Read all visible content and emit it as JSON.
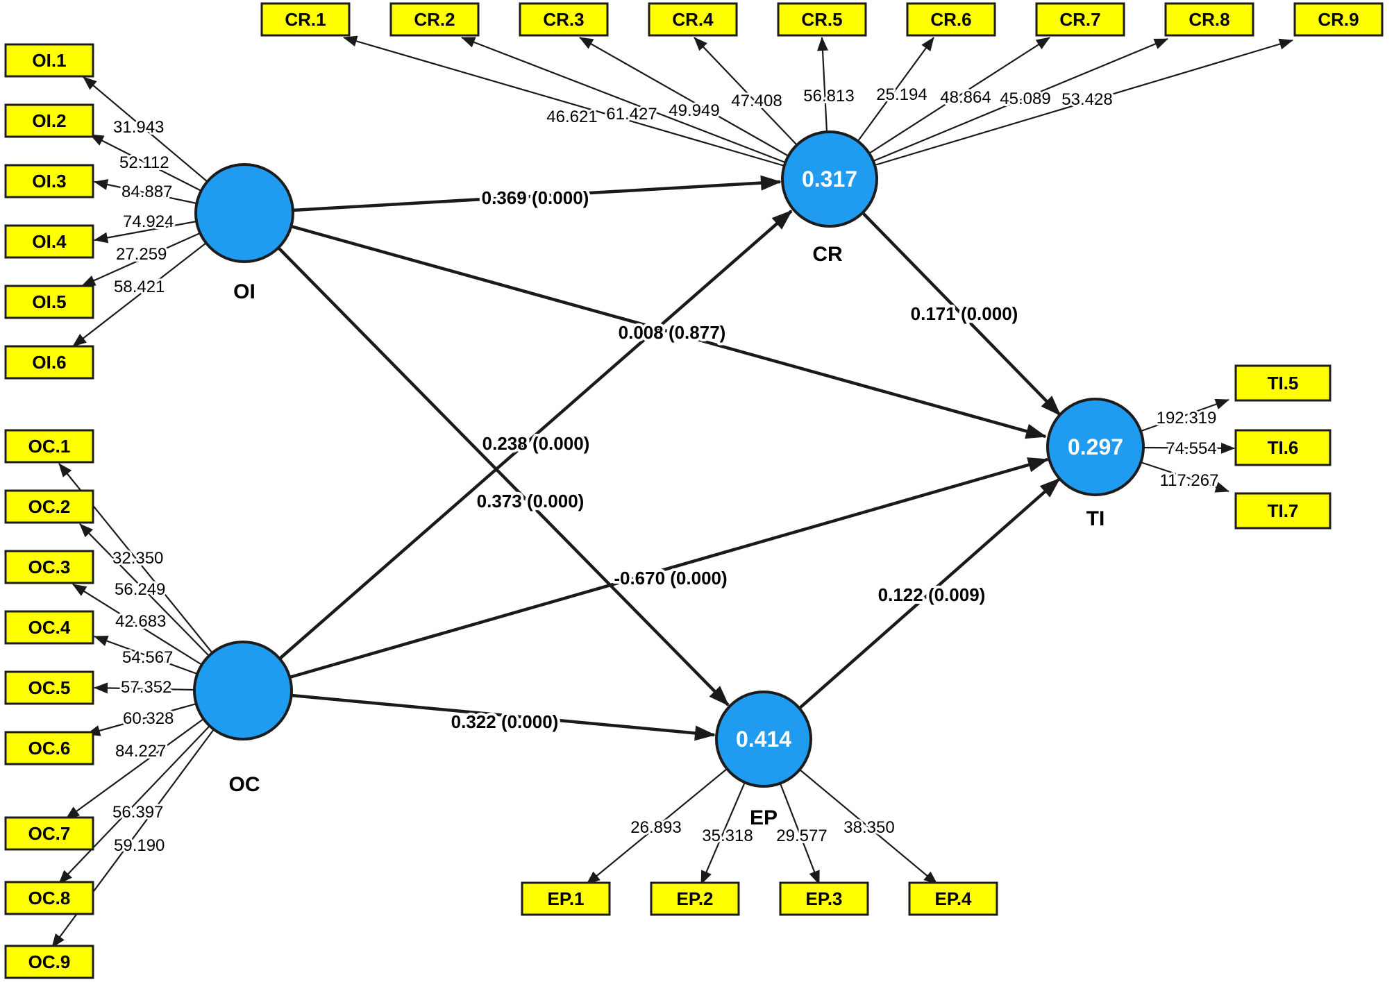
{
  "colors": {
    "background": "#ffffff",
    "latent_fill": "#1f9bf0",
    "latent_stroke": "#1c1c1c",
    "indicator_fill": "#ffff00",
    "indicator_stroke": "#1c1c1c",
    "edge": "#1a1a1a",
    "r2_text": "#ffffff",
    "text": "#000000"
  },
  "latents": {
    "OI": {
      "label": "OI",
      "r2": ""
    },
    "OC": {
      "label": "OC",
      "r2": ""
    },
    "CR": {
      "label": "CR",
      "r2": "0.317"
    },
    "TI": {
      "label": "TI",
      "r2": "0.297"
    },
    "EP": {
      "label": "EP",
      "r2": "0.414"
    }
  },
  "indicators": {
    "OI1": {
      "label": "OI.1",
      "t": "31.943"
    },
    "OI2": {
      "label": "OI.2",
      "t": "52.112"
    },
    "OI3": {
      "label": "OI.3",
      "t": "84.887"
    },
    "OI4": {
      "label": "OI.4",
      "t": "74.924"
    },
    "OI5": {
      "label": "OI.5",
      "t": "27.259"
    },
    "OI6": {
      "label": "OI.6",
      "t": "58.421"
    },
    "OC1": {
      "label": "OC.1",
      "t": "32.350"
    },
    "OC2": {
      "label": "OC.2",
      "t": "56.249"
    },
    "OC3": {
      "label": "OC.3",
      "t": "42.683"
    },
    "OC4": {
      "label": "OC.4",
      "t": "54.567"
    },
    "OC5": {
      "label": "OC.5",
      "t": "57.352"
    },
    "OC6": {
      "label": "OC.6",
      "t": "60.328"
    },
    "OC7": {
      "label": "OC.7",
      "t": "84.227"
    },
    "OC8": {
      "label": "OC.8",
      "t": "56.397"
    },
    "OC9": {
      "label": "OC.9",
      "t": "59.190"
    },
    "CR1": {
      "label": "CR.1",
      "t": "46.621"
    },
    "CR2": {
      "label": "CR.2",
      "t": "61.427"
    },
    "CR3": {
      "label": "CR.3",
      "t": "49.949"
    },
    "CR4": {
      "label": "CR.4",
      "t": "47.408"
    },
    "CR5": {
      "label": "CR.5",
      "t": "56.813"
    },
    "CR6": {
      "label": "CR.6",
      "t": "25.194"
    },
    "CR7": {
      "label": "CR.7",
      "t": "48.864"
    },
    "CR8": {
      "label": "CR.8",
      "t": "45.089"
    },
    "CR9": {
      "label": "CR.9",
      "t": "53.428"
    },
    "TI5": {
      "label": "TI.5",
      "t": "192.319"
    },
    "TI6": {
      "label": "TI.6",
      "t": "74.554"
    },
    "TI7": {
      "label": "TI.7",
      "t": "117.267"
    },
    "EP1": {
      "label": "EP.1",
      "t": "26.893"
    },
    "EP2": {
      "label": "EP.2",
      "t": "35.318"
    },
    "EP3": {
      "label": "EP.3",
      "t": "29.577"
    },
    "EP4": {
      "label": "EP.4",
      "t": "38.350"
    }
  },
  "paths": {
    "OI_CR": {
      "label": "0.369 (0.000)"
    },
    "OI_TI": {
      "label": "0.008 (0.877)"
    },
    "OI_EP": {
      "label": "0.373 (0.000)"
    },
    "OC_CR": {
      "label": "0.238 (0.000)"
    },
    "OC_TI": {
      "label": "-0.670 (0.000)"
    },
    "OC_EP": {
      "label": "0.322 (0.000)"
    },
    "CR_TI": {
      "label": "0.171 (0.000)"
    },
    "EP_TI": {
      "label": "0.122 (0.009)"
    }
  }
}
